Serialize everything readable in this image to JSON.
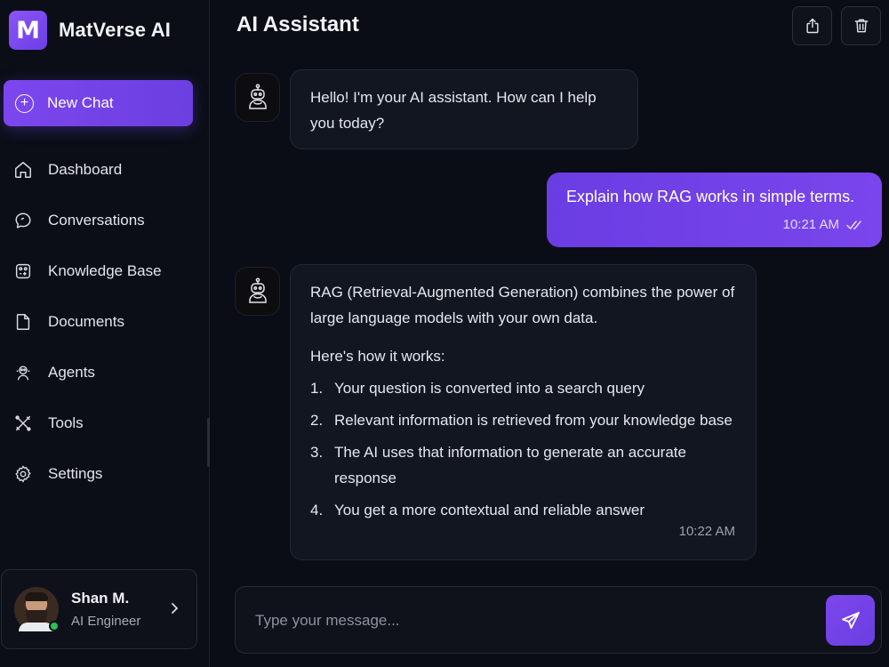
{
  "brand": {
    "logo_letter": "M",
    "name": "MatVerse AI"
  },
  "sidebar": {
    "new_chat_label": "New Chat",
    "items": [
      {
        "label": "Dashboard",
        "icon": "home-icon"
      },
      {
        "label": "Conversations",
        "icon": "chat-bubble-icon"
      },
      {
        "label": "Knowledge Base",
        "icon": "knowledge-base-icon"
      },
      {
        "label": "Documents",
        "icon": "document-icon"
      },
      {
        "label": "Agents",
        "icon": "agents-icon"
      },
      {
        "label": "Tools",
        "icon": "tools-icon"
      },
      {
        "label": "Settings",
        "icon": "gear-icon"
      }
    ]
  },
  "profile": {
    "name": "Shan M.",
    "role": "AI Engineer",
    "status": "online"
  },
  "header": {
    "title": "AI Assistant",
    "share_icon": "share-icon",
    "delete_icon": "trash-icon"
  },
  "messages": [
    {
      "role": "assistant",
      "text": "Hello! I'm your AI assistant. How can I help you today?"
    },
    {
      "role": "user",
      "text": "Explain how RAG works in simple terms.",
      "time": "10:21 AM",
      "status": "read"
    },
    {
      "role": "assistant",
      "intro": "RAG (Retrieval-Augmented Generation) combines the power of large language models with your own data.",
      "lead": "Here's how it works:",
      "steps": [
        {
          "num": "1.",
          "text": "Your question is converted into a search query"
        },
        {
          "num": "2.",
          "text": "Relevant information is retrieved from your knowledge base"
        },
        {
          "num": "3.",
          "text": "The AI uses that information to generate an accurate response"
        },
        {
          "num": "4.",
          "text": "You get a more contextual and reliable answer"
        }
      ],
      "time": "10:22 AM"
    }
  ],
  "composer": {
    "placeholder": "Type your message...",
    "value": ""
  },
  "colors": {
    "accent": "#7443e8",
    "background": "#0a0d16",
    "bubble": "#121620",
    "online": "#27c25c"
  }
}
